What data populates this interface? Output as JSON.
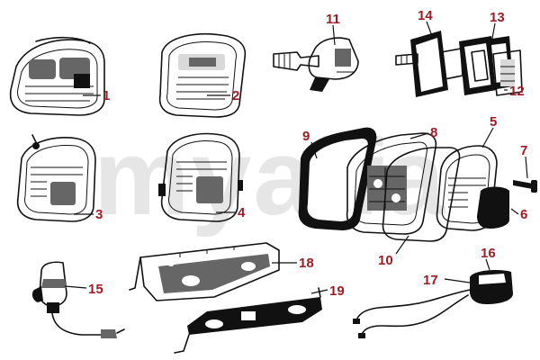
{
  "watermark": {
    "text": "myalfa",
    "color": "#e6e6e6"
  },
  "label_color": "#a01c24",
  "parts": [
    {
      "id": "1",
      "number": "1",
      "icon": "rear-lamp-icon"
    },
    {
      "id": "2",
      "number": "2",
      "icon": "lamp-lens-icon"
    },
    {
      "id": "3",
      "number": "3",
      "icon": "rear-lamp-icon"
    },
    {
      "id": "4",
      "number": "4",
      "icon": "rear-lamp-icon"
    },
    {
      "id": "5",
      "number": "5",
      "icon": "lamp-lens-icon"
    },
    {
      "id": "6",
      "number": "6",
      "icon": "reflector-icon"
    },
    {
      "id": "7",
      "number": "7",
      "icon": "screw-icon"
    },
    {
      "id": "8",
      "number": "8",
      "icon": "lamp-housing-icon"
    },
    {
      "id": "9",
      "number": "9",
      "icon": "gasket-icon"
    },
    {
      "id": "10",
      "number": "10",
      "icon": "gasket-icon"
    },
    {
      "id": "11",
      "number": "11",
      "icon": "side-marker-icon"
    },
    {
      "id": "12",
      "number": "12",
      "icon": "lens-icon"
    },
    {
      "id": "13",
      "number": "13",
      "icon": "gasket-icon"
    },
    {
      "id": "14",
      "number": "14",
      "icon": "side-marker-icon"
    },
    {
      "id": "15",
      "number": "15",
      "icon": "switch-icon"
    },
    {
      "id": "16",
      "number": "16",
      "icon": "plate-lamp-icon"
    },
    {
      "id": "17",
      "number": "17",
      "icon": "wiring-icon"
    },
    {
      "id": "18",
      "number": "18",
      "icon": "bracket-icon"
    },
    {
      "id": "19",
      "number": "19",
      "icon": "plate-holder-icon"
    }
  ]
}
